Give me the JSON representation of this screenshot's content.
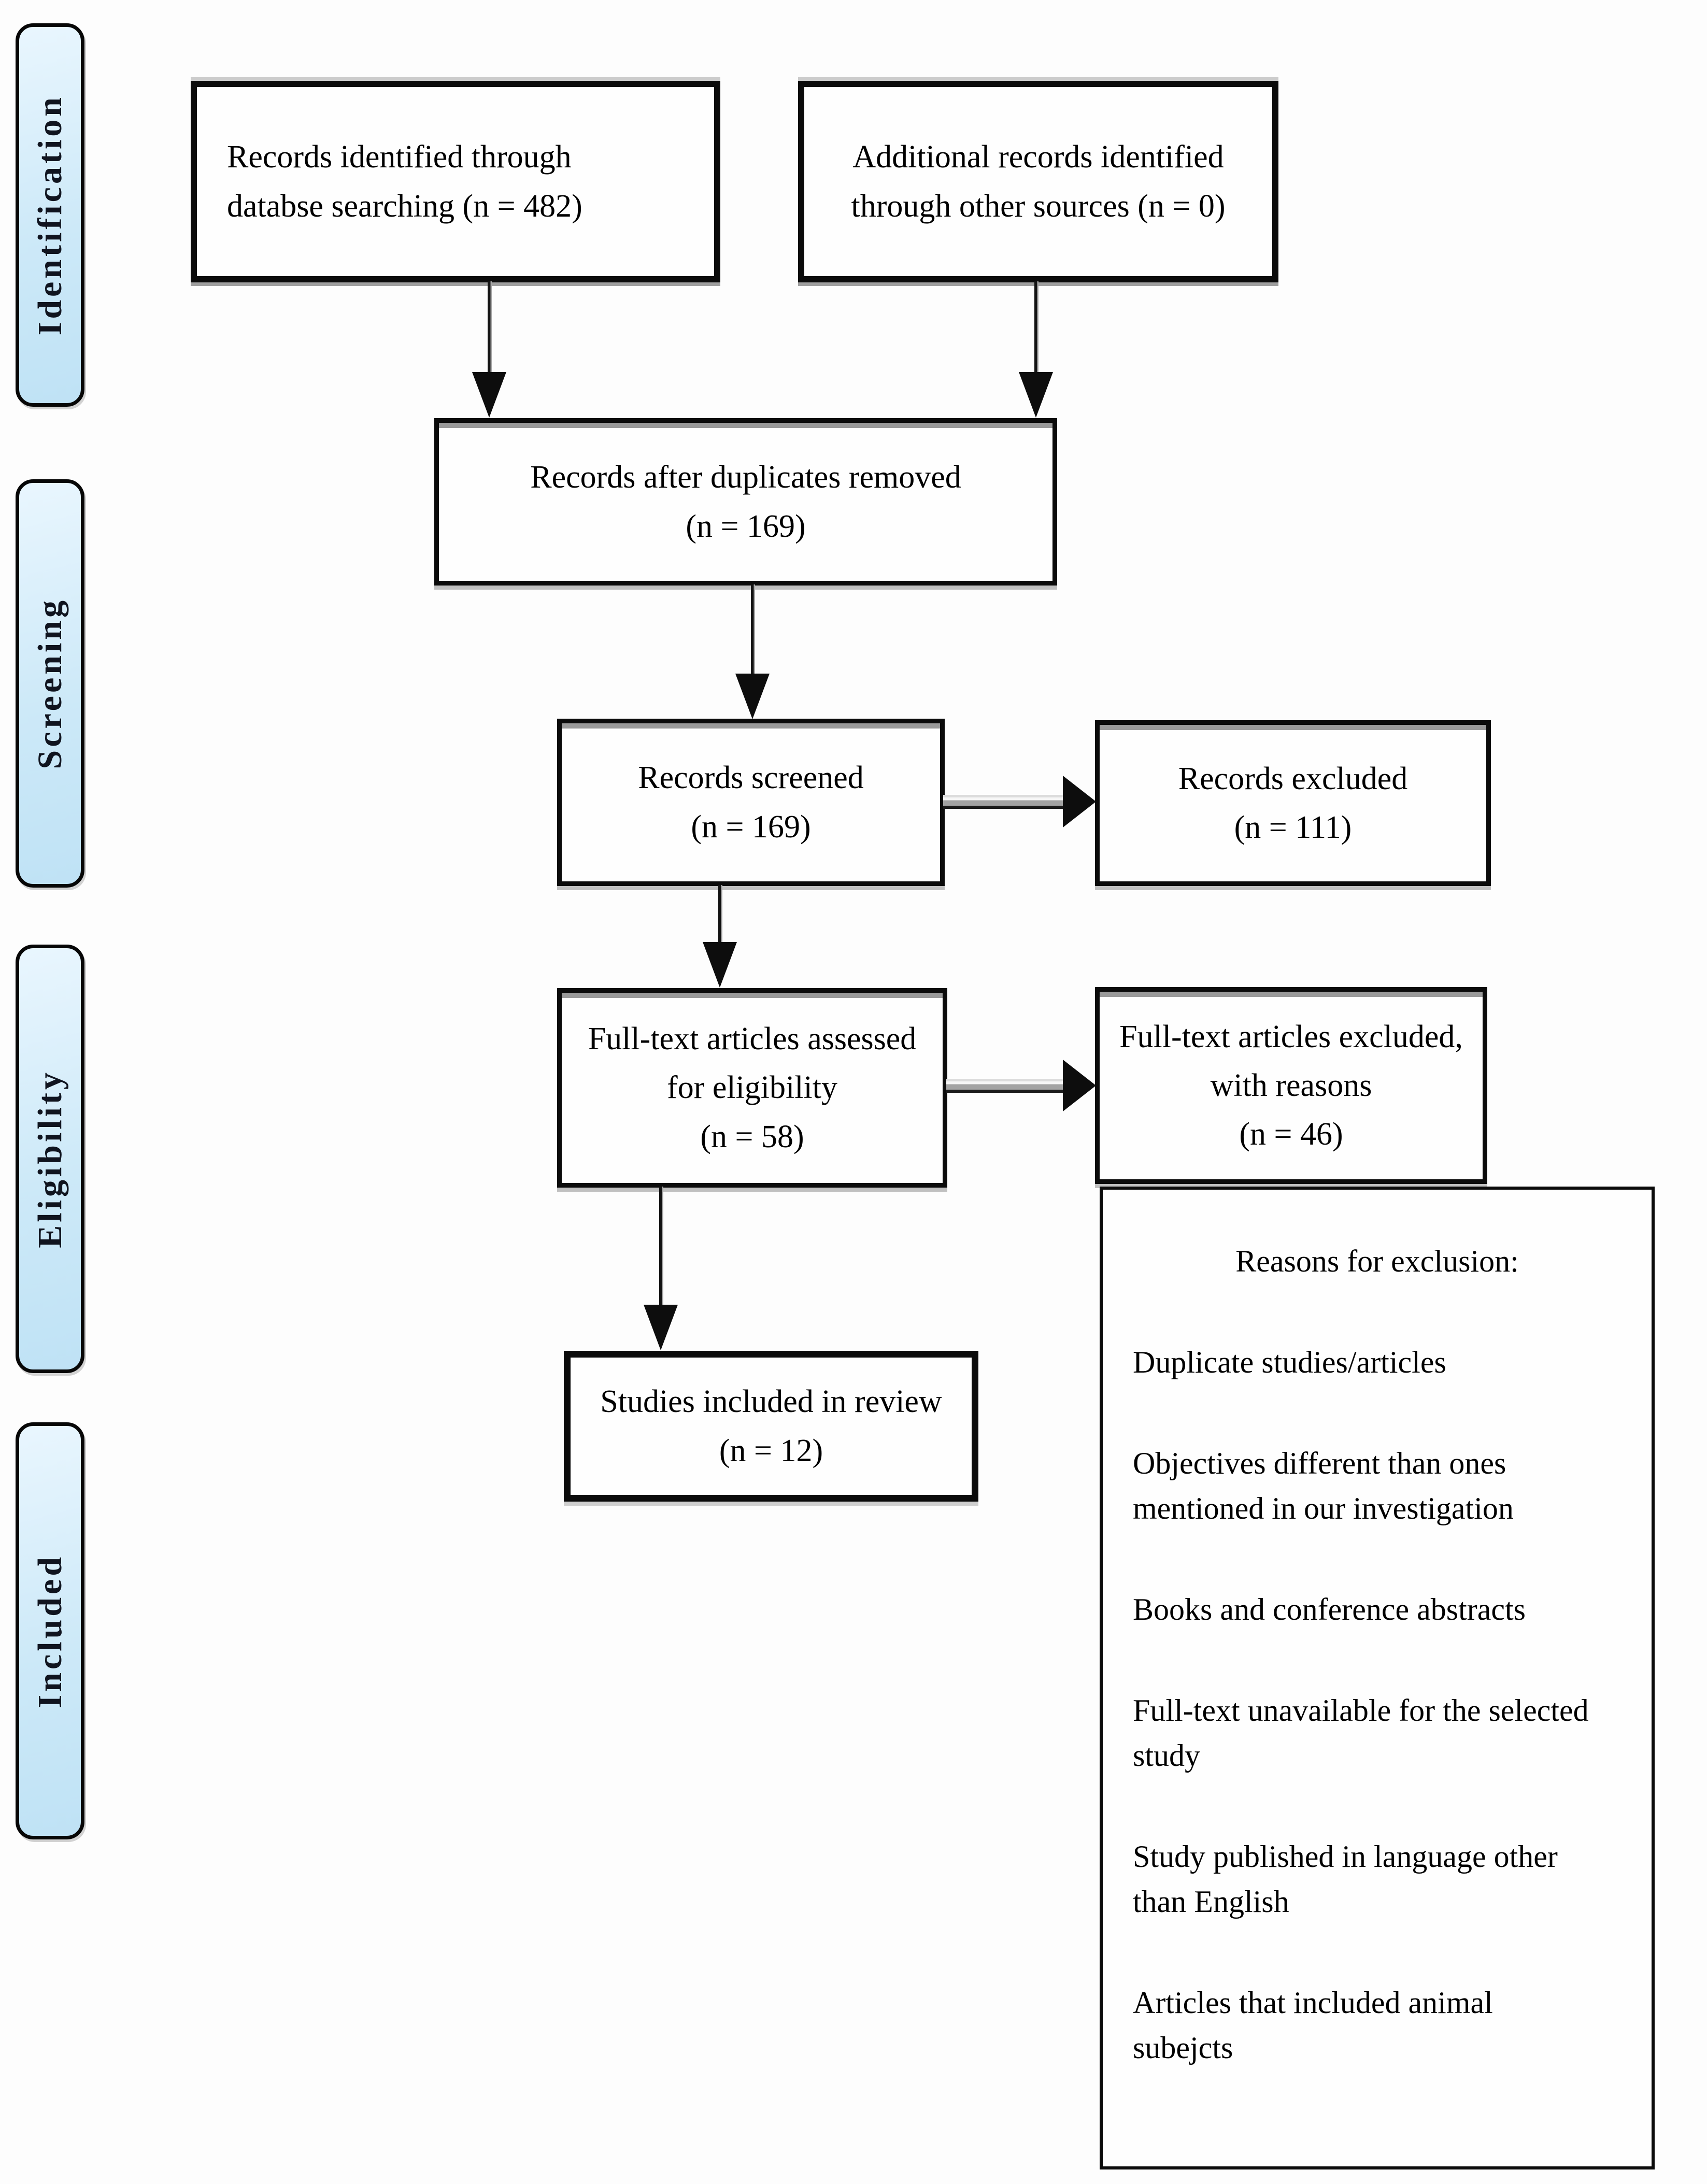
{
  "figure": {
    "type": "prisma-flow-diagram"
  },
  "stages": {
    "identification": "Identification",
    "screening": "Screening",
    "eligibility": "Eligibility",
    "included": "Included"
  },
  "boxes": {
    "records_identified": "Records identified through\ndatabse searching (n = 482)",
    "additional_records": "Additional records identified\nthrough other sources (n = 0)",
    "duplicates_removed": "Records after duplicates removed\n(n = 169)",
    "records_screened": "Records screened\n(n = 169)",
    "records_excluded": "Records excluded\n(n = 111)",
    "fulltext_assessed": "Full-text articles assessed\nfor eligibility\n(n = 58)",
    "fulltext_excluded": "Full-text articles excluded,\nwith reasons\n(n = 46)",
    "studies_included": "Studies included in review\n(n = 12)"
  },
  "reasons": {
    "title": "Reasons for exclusion:",
    "items": [
      "Duplicate studies/articles",
      "Objectives different than ones\nmentioned in our investigation",
      "Books and conference abstracts",
      "Full-text unavailable for the selected\nstudy",
      "Study published in language other\nthan English",
      "Articles that included animal\nsubejcts"
    ]
  },
  "counts": {
    "identified": 482,
    "additional_sources": 0,
    "after_duplicates": 169,
    "screened": 169,
    "excluded": 111,
    "fulltext_assessed": 58,
    "fulltext_excluded": 46,
    "included_in_review": 12
  },
  "colors": {
    "stage_fill": "#cde9f8",
    "stage_border": "#000000",
    "box_border": "#0b0b0b",
    "background": "#fdfdfd",
    "text": "#000000"
  }
}
